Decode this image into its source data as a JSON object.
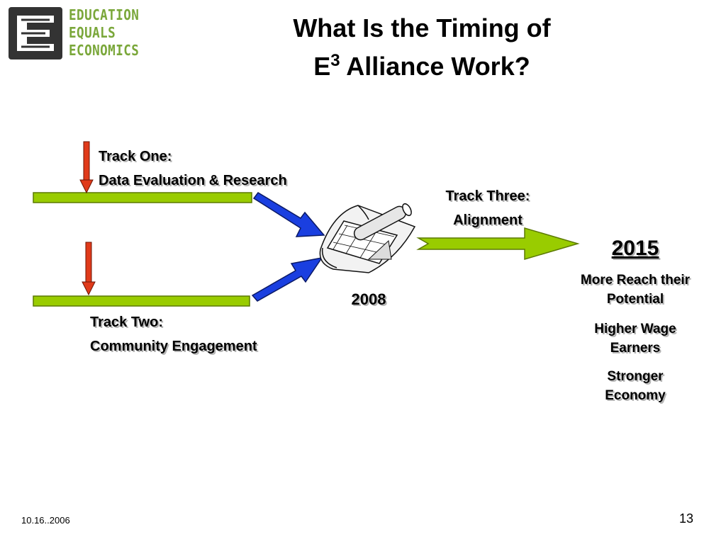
{
  "logo": {
    "lines": [
      "EDUCATION",
      "EQUALS",
      "ECONOMICS"
    ],
    "colors": {
      "mark": "#333333",
      "text": "#7aa73a"
    }
  },
  "title": {
    "line1": "What Is the Timing of",
    "line2_prefix": "E",
    "line2_sup": "3",
    "line2_suffix": " Alliance Work?"
  },
  "tracks": {
    "one": {
      "heading": "Track One:",
      "subtitle": "Data Evaluation & Research"
    },
    "two": {
      "heading": "Track Two:",
      "subtitle": "Community Engagement"
    },
    "three": {
      "heading": "Track Three:",
      "subtitle": "Alignment"
    }
  },
  "milestone": {
    "year": "2008",
    "icon": "blueprint-icon"
  },
  "outcome": {
    "year": "2015",
    "items": [
      "More Reach their",
      "Potential",
      "Higher Wage",
      "Earners",
      "Stronger",
      "Economy"
    ]
  },
  "footer": {
    "date": "10.16..2006",
    "page": "13"
  },
  "colors": {
    "bar_fill": "#99cc00",
    "bar_edge": "#5c7a00",
    "down_arrow": "#e03a1a",
    "connector_arrow": "#1a3fe0"
  }
}
